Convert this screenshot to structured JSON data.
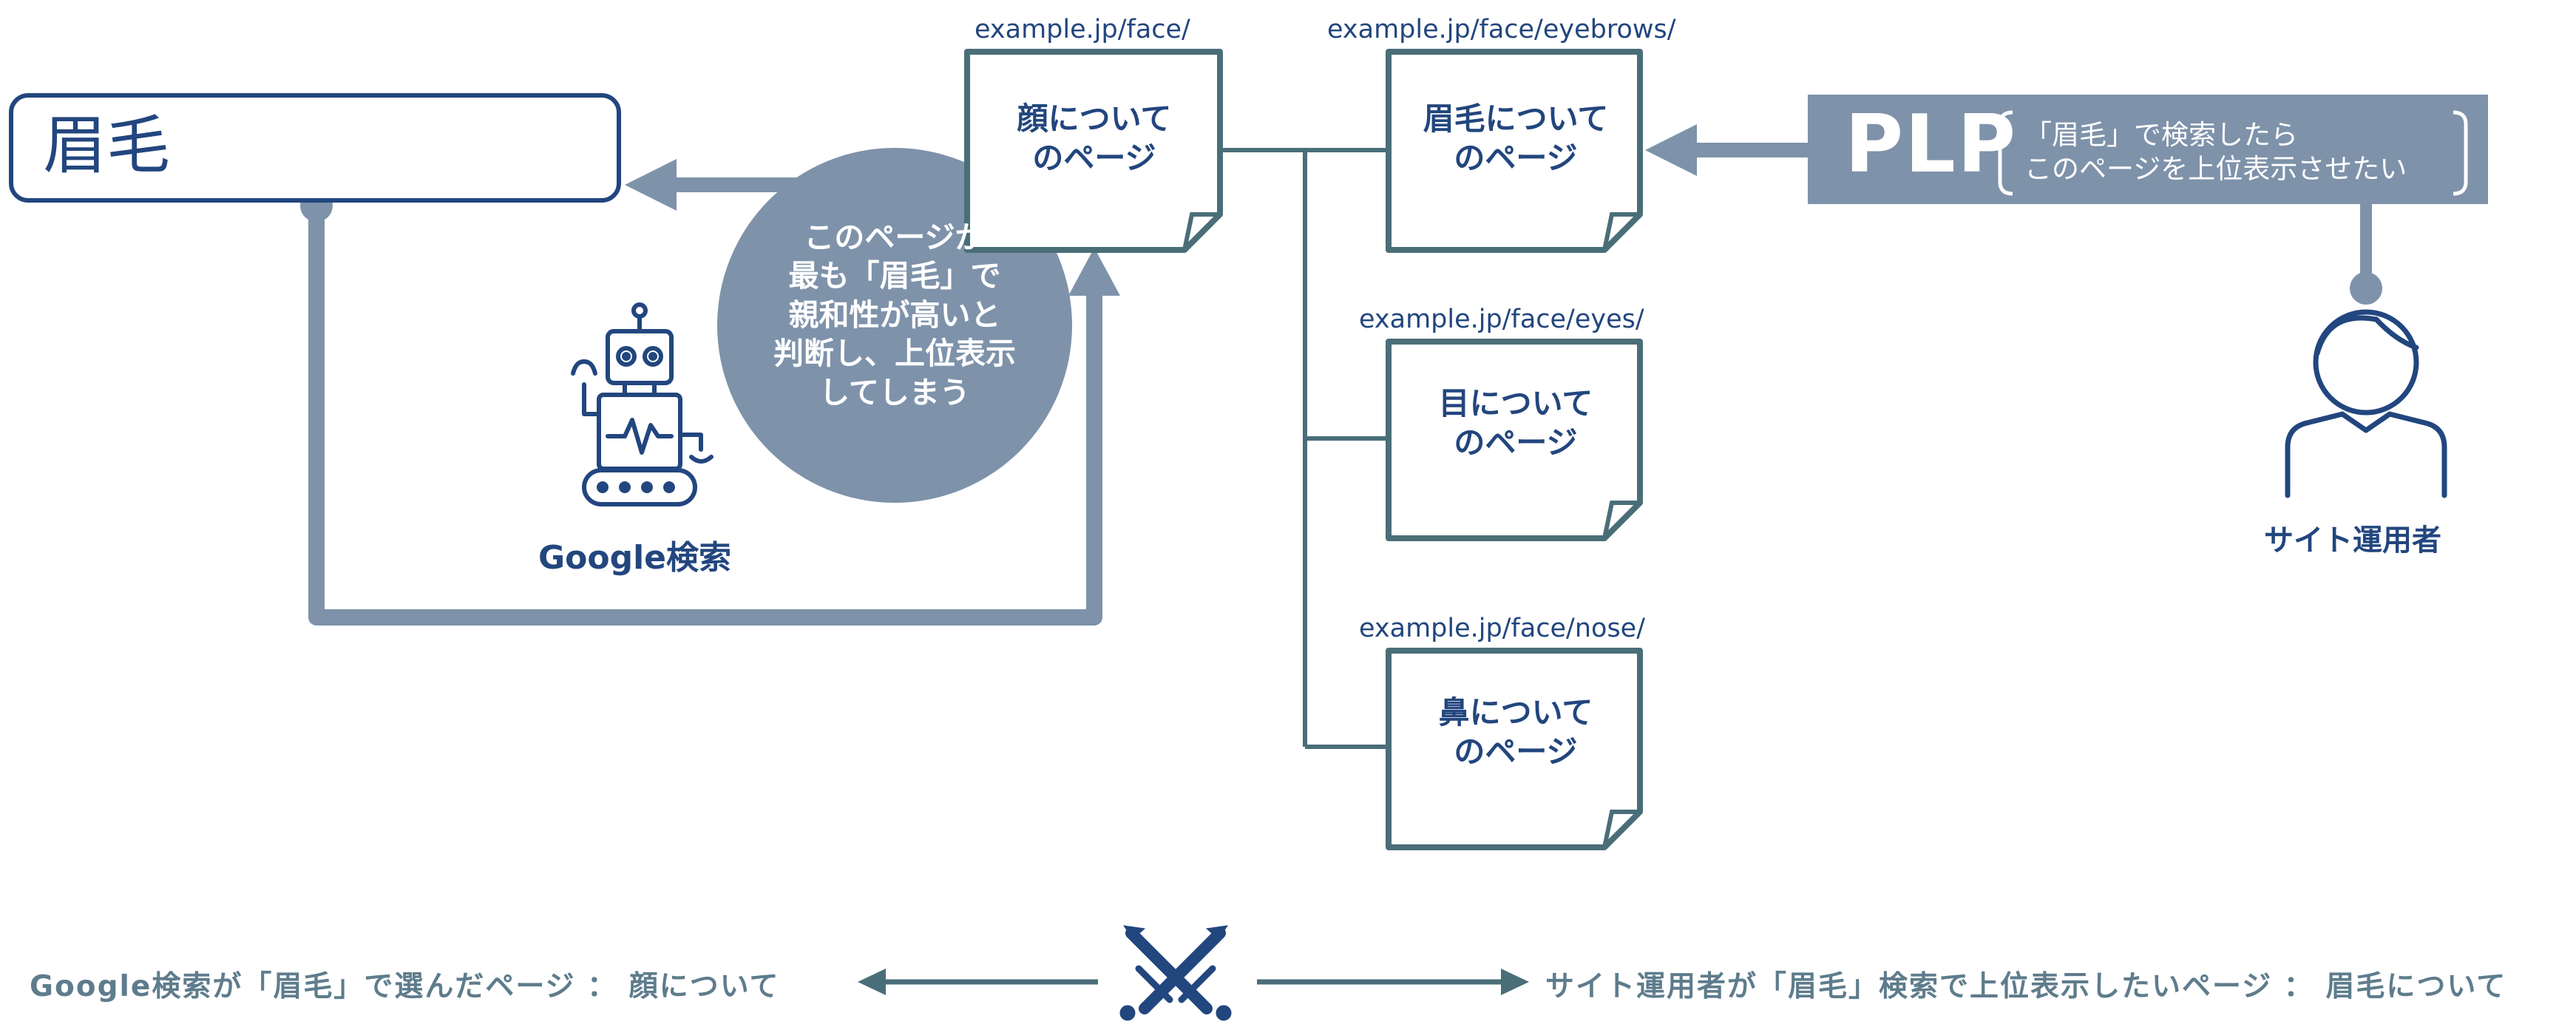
{
  "search": {
    "query": "眉毛",
    "icon": "search-icon"
  },
  "bubble": {
    "lines": [
      "このページが",
      "最も「眉毛」で",
      "親和性が高いと",
      "判断し、上位表示",
      "してしまう"
    ]
  },
  "robot": {
    "icon": "robot-icon",
    "caption": "Google検索"
  },
  "pages": [
    {
      "url": "example.jp/face/",
      "label_lines": [
        "顔について",
        "のページ"
      ]
    },
    {
      "url": "example.jp/face/eyebrows/",
      "label_lines": [
        "眉毛について",
        "のページ"
      ]
    },
    {
      "url": "example.jp/face/eyes/",
      "label_lines": [
        "目について",
        "のページ"
      ]
    },
    {
      "url": "example.jp/face/nose/",
      "label_lines": [
        "鼻について",
        "のページ"
      ]
    }
  ],
  "plp": {
    "label": "PLP",
    "desc_lines": [
      "「眉毛」で検索したら",
      "このページを上位表示させたい"
    ]
  },
  "operator": {
    "icon": "person-icon",
    "caption": "サイト運用者"
  },
  "bottom": {
    "left_text": "Google検索が「眉毛」で選んだページ ： 顔について",
    "right_text": "サイト運用者が「眉毛」検索で上位表示したいページ ： 眉毛について",
    "conflict_icon": "crossed-swords-icon"
  },
  "colors": {
    "navy": "#22467e",
    "slate": "#7e92aa",
    "teal": "#4a6e78",
    "bottom_text": "#5e7c8c"
  }
}
